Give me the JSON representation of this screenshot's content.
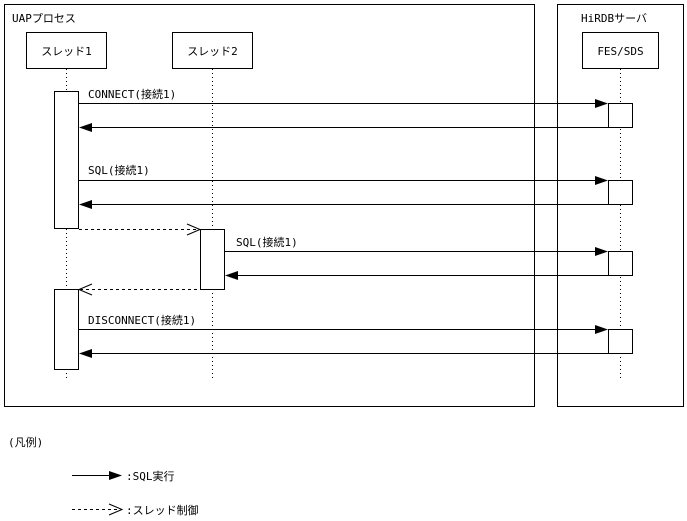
{
  "uap_process": {
    "title": "UAPプロセス",
    "thread1": "スレッド1",
    "thread2": "スレッド2"
  },
  "hirdb_server": {
    "title": "HiRDBサーバ",
    "fes_sds": "FES/SDS"
  },
  "messages": {
    "connect": "CONNECT(接続1)",
    "sql_thread1": "SQL(接続1)",
    "sql_thread2": "SQL(接続1)",
    "disconnect": "DISCONNECT(接続1)"
  },
  "legend": {
    "title": "(凡例)",
    "sql_exec": ":SQL実行",
    "thread_control": ":スレッド制御"
  }
}
